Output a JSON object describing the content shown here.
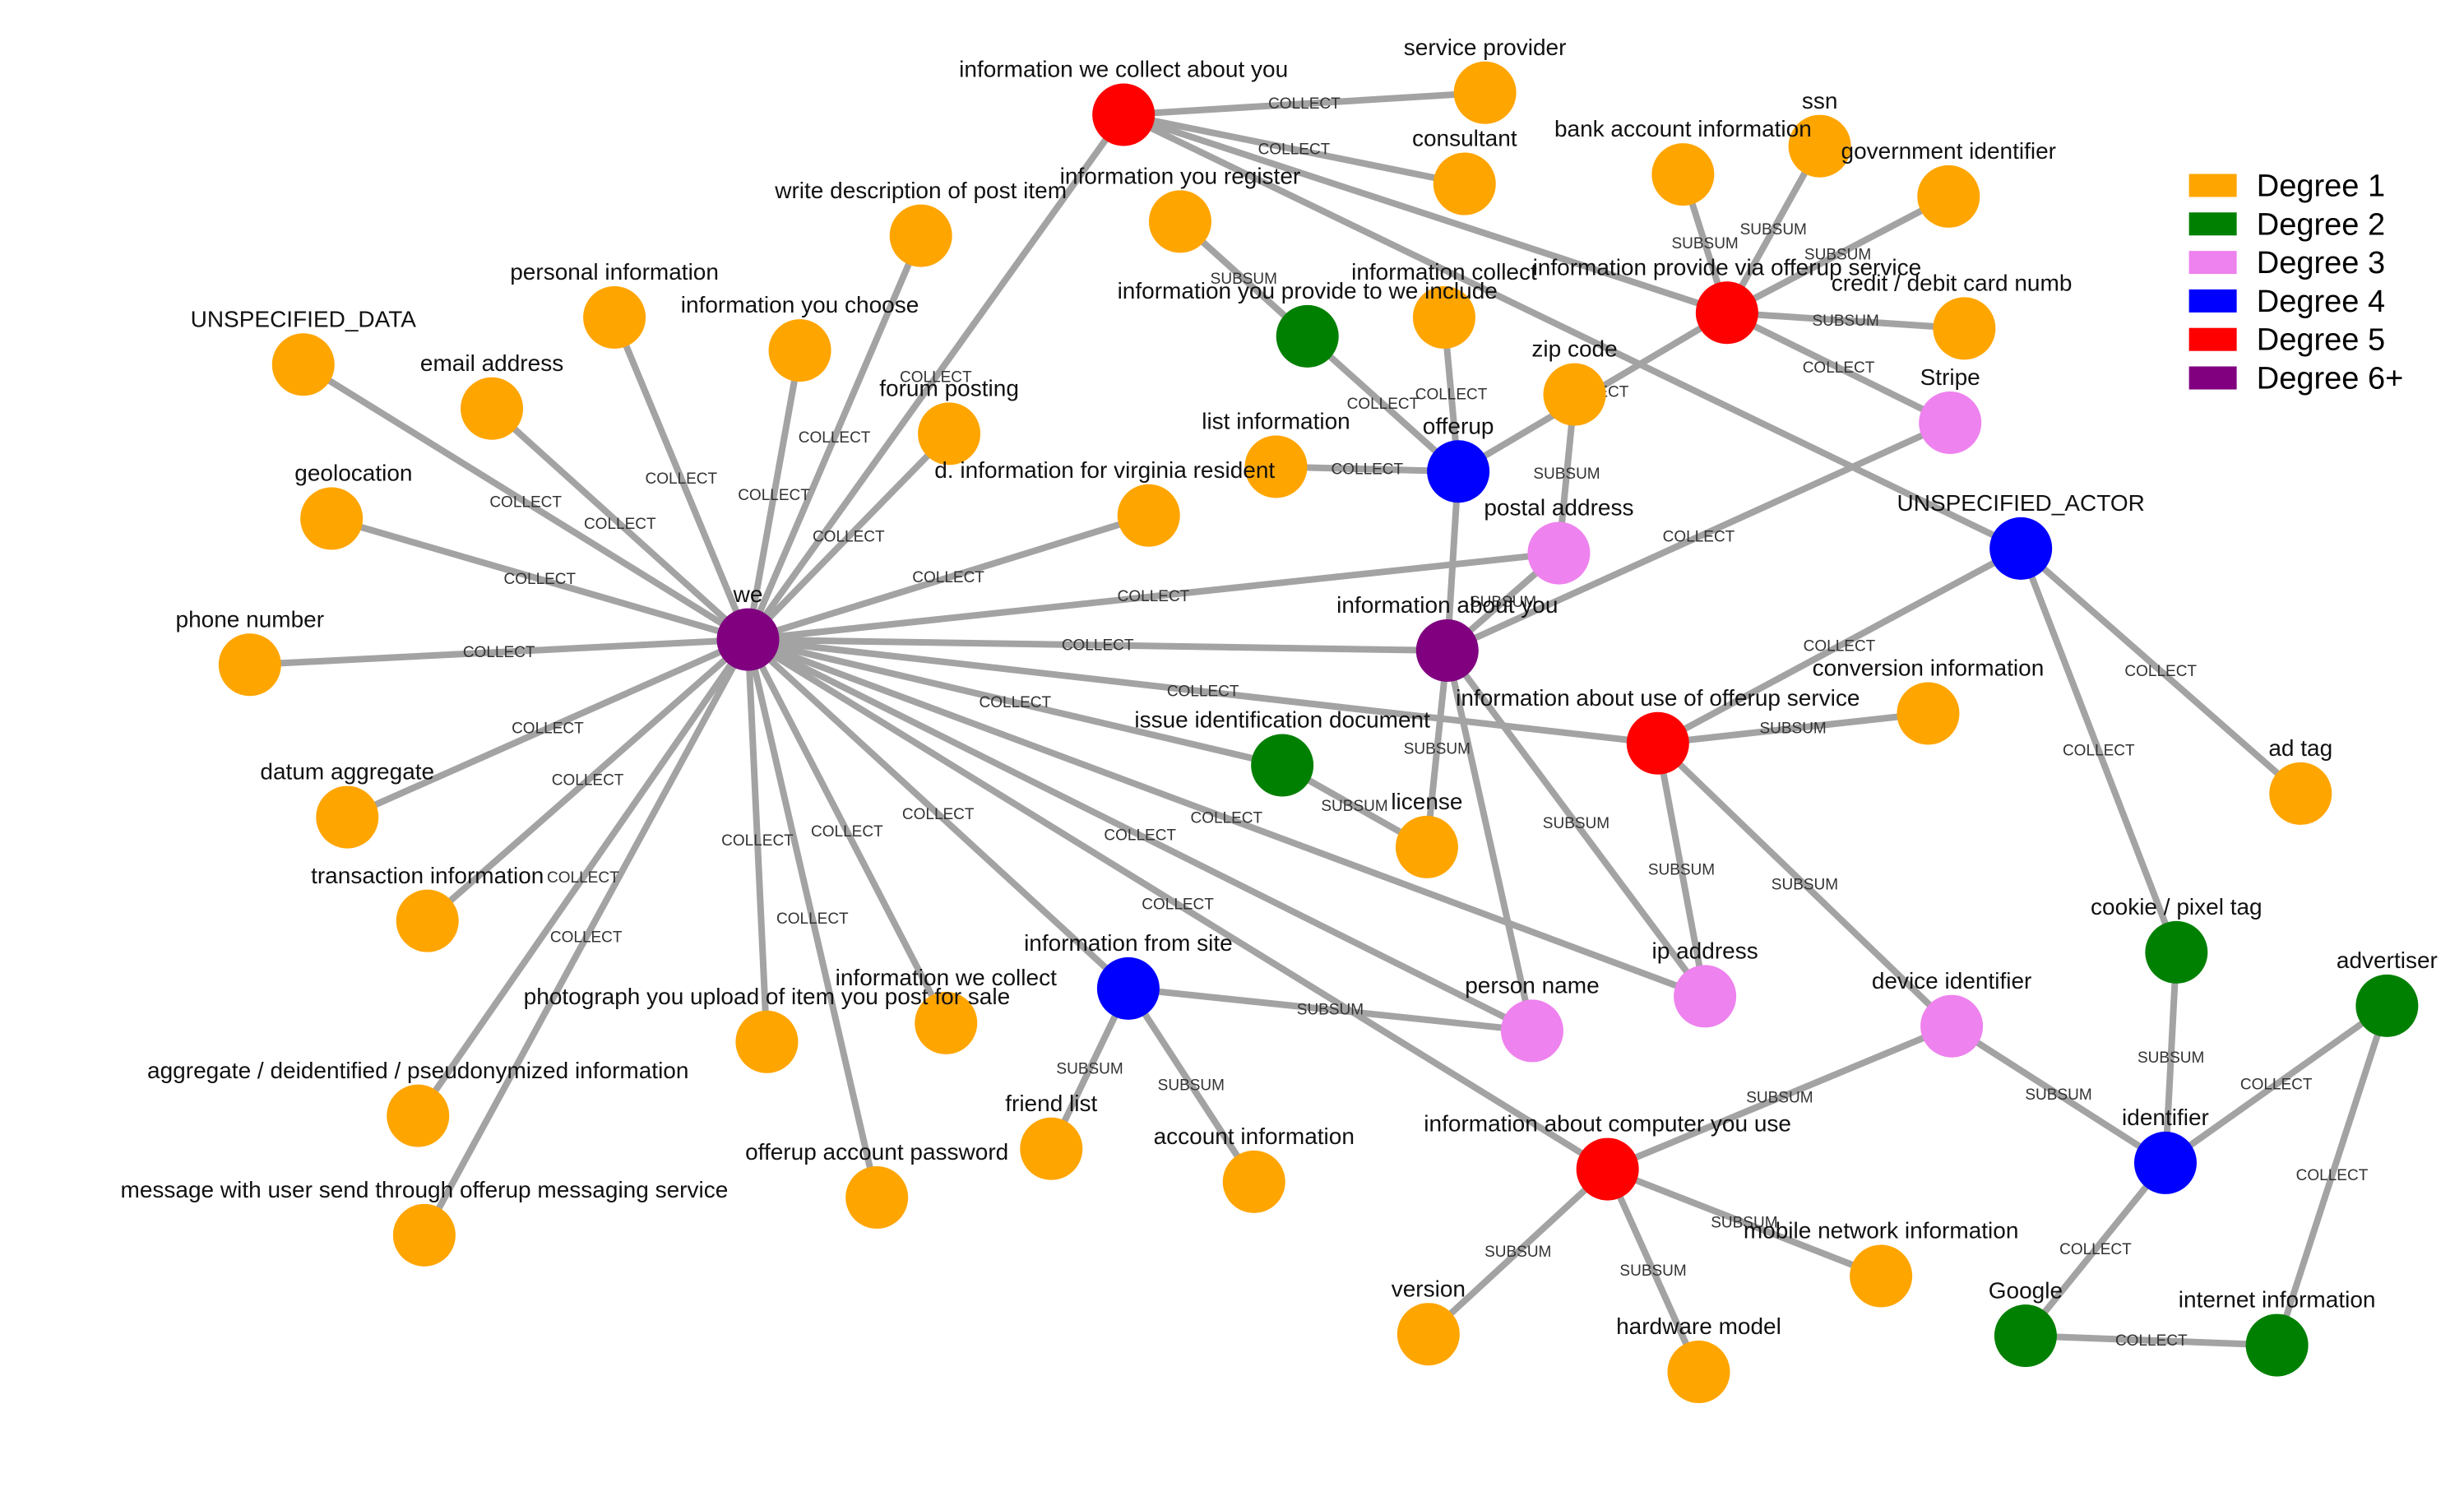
{
  "colors": {
    "degree1": "#ffa500",
    "degree2": "#008000",
    "degree3": "#ee82ee",
    "degree4": "#0000ff",
    "degree5": "#ff0000",
    "degree6": "#800080",
    "edge": "#a3a3a3"
  },
  "legend": [
    {
      "label": "Degree 1",
      "color": "#ffa500"
    },
    {
      "label": "Degree 2",
      "color": "#008000"
    },
    {
      "label": "Degree 3",
      "color": "#ee82ee"
    },
    {
      "label": "Degree 4",
      "color": "#0000ff"
    },
    {
      "label": "Degree 5",
      "color": "#ff0000"
    },
    {
      "label": "Degree 6+",
      "color": "#800080"
    }
  ],
  "nodes": [
    {
      "id": "we",
      "label": "we",
      "degree": 6
    },
    {
      "id": "info_collect_about_you",
      "label": "information we collect about you",
      "degree": 5
    },
    {
      "id": "service_provider",
      "label": "service provider",
      "degree": 1
    },
    {
      "id": "consultant",
      "label": "consultant",
      "degree": 1
    },
    {
      "id": "info_register",
      "label": "information you register",
      "degree": 1
    },
    {
      "id": "write_description",
      "label": "write description of post item",
      "degree": 1
    },
    {
      "id": "personal_information",
      "label": "personal information",
      "degree": 1
    },
    {
      "id": "info_you_choose",
      "label": "information you choose",
      "degree": 1
    },
    {
      "id": "unspecified_data",
      "label": "UNSPECIFIED_DATA",
      "degree": 1
    },
    {
      "id": "email_address",
      "label": "email address",
      "degree": 1
    },
    {
      "id": "forum_posting",
      "label": "forum posting",
      "degree": 1
    },
    {
      "id": "geolocation",
      "label": "geolocation",
      "degree": 1
    },
    {
      "id": "virginia",
      "label": "d. information for virginia resident",
      "degree": 1
    },
    {
      "id": "phone_number",
      "label": "phone number",
      "degree": 1
    },
    {
      "id": "datum_aggregate",
      "label": "datum aggregate",
      "degree": 1
    },
    {
      "id": "transaction_information",
      "label": "transaction information",
      "degree": 1
    },
    {
      "id": "aggregate_deidentified",
      "label": "aggregate / deidentified / pseudonymized information",
      "degree": 1
    },
    {
      "id": "message_with_user",
      "label": "message with user send through offerup messaging service",
      "degree": 1
    },
    {
      "id": "photograph",
      "label": "photograph you upload of item you post for sale",
      "degree": 1
    },
    {
      "id": "info_we_collect",
      "label": "information we collect",
      "degree": 1
    },
    {
      "id": "offerup_password",
      "label": "offerup account password",
      "degree": 1
    },
    {
      "id": "friend_list",
      "label": "friend list",
      "degree": 1
    },
    {
      "id": "account_information",
      "label": "account information",
      "degree": 1
    },
    {
      "id": "info_from_site",
      "label": "information from site",
      "degree": 4
    },
    {
      "id": "issue_id_doc",
      "label": "issue identification document",
      "degree": 2
    },
    {
      "id": "license",
      "label": "license",
      "degree": 1
    },
    {
      "id": "info_provide_include",
      "label": "information you provide to we include",
      "degree": 2
    },
    {
      "id": "info_collect_short",
      "label": "information collect",
      "degree": 1
    },
    {
      "id": "list_information",
      "label": "list information",
      "degree": 1
    },
    {
      "id": "offerup",
      "label": "offerup",
      "degree": 4
    },
    {
      "id": "zip_code",
      "label": "zip code",
      "degree": 1
    },
    {
      "id": "postal_address",
      "label": "postal address",
      "degree": 3
    },
    {
      "id": "info_about_you",
      "label": "information about you",
      "degree": 6
    },
    {
      "id": "bank_account",
      "label": "bank account information",
      "degree": 1
    },
    {
      "id": "ssn",
      "label": "ssn",
      "degree": 1
    },
    {
      "id": "government_identifier",
      "label": "government identifier",
      "degree": 1
    },
    {
      "id": "info_provide_via",
      "label": "information provide via offerup service",
      "degree": 5
    },
    {
      "id": "credit_debit",
      "label": "credit / debit card numb",
      "degree": 1
    },
    {
      "id": "stripe",
      "label": "Stripe",
      "degree": 3
    },
    {
      "id": "unspecified_actor",
      "label": "UNSPECIFIED_ACTOR",
      "degree": 4
    },
    {
      "id": "conversion_information",
      "label": "conversion information",
      "degree": 1
    },
    {
      "id": "info_use_offerup",
      "label": "information about use of offerup service",
      "degree": 5
    },
    {
      "id": "ad_tag",
      "label": "ad tag",
      "degree": 1
    },
    {
      "id": "person_name",
      "label": "person name",
      "degree": 3
    },
    {
      "id": "ip_address",
      "label": "ip address",
      "degree": 3
    },
    {
      "id": "device_identifier",
      "label": "device identifier",
      "degree": 3
    },
    {
      "id": "cookie_pixel_tag",
      "label": "cookie / pixel tag",
      "degree": 2
    },
    {
      "id": "advertiser",
      "label": "advertiser",
      "degree": 2
    },
    {
      "id": "identifier",
      "label": "identifier",
      "degree": 4
    },
    {
      "id": "info_about_computer",
      "label": "information about computer you use",
      "degree": 5
    },
    {
      "id": "mobile_network",
      "label": "mobile network information",
      "degree": 1
    },
    {
      "id": "version",
      "label": "version",
      "degree": 1
    },
    {
      "id": "hardware_model",
      "label": "hardware model",
      "degree": 1
    },
    {
      "id": "google",
      "label": "Google",
      "degree": 2
    },
    {
      "id": "internet_information",
      "label": "internet information",
      "degree": 2
    }
  ],
  "edges": [
    {
      "source": "info_collect_about_you",
      "target": "service_provider",
      "label": "COLLECT"
    },
    {
      "source": "info_collect_about_you",
      "target": "consultant",
      "label": "COLLECT"
    },
    {
      "source": "info_collect_about_you",
      "target": "we",
      "label": "COLLECT"
    },
    {
      "source": "info_collect_about_you",
      "target": "info_provide_via",
      "label": ""
    },
    {
      "source": "info_collect_about_you",
      "target": "unspecified_actor",
      "label": ""
    },
    {
      "source": "we",
      "target": "write_description",
      "label": "COLLECT"
    },
    {
      "source": "we",
      "target": "personal_information",
      "label": "COLLECT"
    },
    {
      "source": "we",
      "target": "info_you_choose",
      "label": "COLLECT"
    },
    {
      "source": "we",
      "target": "unspecified_data",
      "label": "COLLECT"
    },
    {
      "source": "we",
      "target": "email_address",
      "label": "COLLECT"
    },
    {
      "source": "we",
      "target": "forum_posting",
      "label": "COLLECT"
    },
    {
      "source": "we",
      "target": "geolocation",
      "label": "COLLECT"
    },
    {
      "source": "we",
      "target": "virginia",
      "label": "COLLECT"
    },
    {
      "source": "we",
      "target": "phone_number",
      "label": "COLLECT"
    },
    {
      "source": "we",
      "target": "datum_aggregate",
      "label": "COLLECT"
    },
    {
      "source": "we",
      "target": "transaction_information",
      "label": "COLLECT"
    },
    {
      "source": "we",
      "target": "aggregate_deidentified",
      "label": "COLLECT"
    },
    {
      "source": "we",
      "target": "message_with_user",
      "label": "COLLECT"
    },
    {
      "source": "we",
      "target": "photograph",
      "label": "COLLECT"
    },
    {
      "source": "we",
      "target": "info_we_collect",
      "label": "COLLECT"
    },
    {
      "source": "we",
      "target": "offerup_password",
      "label": "COLLECT"
    },
    {
      "source": "we",
      "target": "info_from_site",
      "label": "COLLECT"
    },
    {
      "source": "we",
      "target": "issue_id_doc",
      "label": "COLLECT"
    },
    {
      "source": "we",
      "target": "postal_address",
      "label": "COLLECT"
    },
    {
      "source": "we",
      "target": "info_about_you",
      "label": "COLLECT"
    },
    {
      "source": "we",
      "target": "info_use_offerup",
      "label": "COLLECT"
    },
    {
      "source": "we",
      "target": "ip_address",
      "label": "COLLECT"
    },
    {
      "source": "we",
      "target": "person_name",
      "label": "COLLECT"
    },
    {
      "source": "we",
      "target": "info_about_computer",
      "label": "COLLECT"
    },
    {
      "source": "info_from_site",
      "target": "friend_list",
      "label": "SUBSUM"
    },
    {
      "source": "info_from_site",
      "target": "account_information",
      "label": "SUBSUM"
    },
    {
      "source": "info_from_site",
      "target": "person_name",
      "label": "SUBSUM"
    },
    {
      "source": "issue_id_doc",
      "target": "license",
      "label": "SUBSUM"
    },
    {
      "source": "info_register",
      "target": "info_provide_include",
      "label": "SUBSUM"
    },
    {
      "source": "info_provide_include",
      "target": "offerup",
      "label": "COLLECT"
    },
    {
      "source": "info_collect_short",
      "target": "offerup",
      "label": "COLLECT"
    },
    {
      "source": "list_information",
      "target": "offerup",
      "label": "COLLECT"
    },
    {
      "source": "offerup",
      "target": "info_about_you",
      "label": ""
    },
    {
      "source": "zip_code",
      "target": "postal_address",
      "label": "SUBSUM"
    },
    {
      "source": "postal_address",
      "target": "info_about_you",
      "label": "SUBSUM"
    },
    {
      "source": "info_about_you",
      "target": "stripe",
      "label": "COLLECT"
    },
    {
      "source": "info_about_you",
      "target": "person_name",
      "label": ""
    },
    {
      "source": "info_about_you",
      "target": "ip_address",
      "label": "SUBSUM"
    },
    {
      "source": "license",
      "target": "info_about_you",
      "label": "SUBSUM"
    },
    {
      "source": "bank_account",
      "target": "info_provide_via",
      "label": "SUBSUM"
    },
    {
      "source": "ssn",
      "target": "info_provide_via",
      "label": "SUBSUM"
    },
    {
      "source": "government_identifier",
      "target": "info_provide_via",
      "label": "SUBSUM"
    },
    {
      "source": "credit_debit",
      "target": "info_provide_via",
      "label": "SUBSUM"
    },
    {
      "source": "info_provide_via",
      "target": "stripe",
      "label": "COLLECT"
    },
    {
      "source": "info_provide_via",
      "target": "offerup",
      "label": "COLLECT"
    },
    {
      "source": "unspecified_actor",
      "target": "info_use_offerup",
      "label": "COLLECT"
    },
    {
      "source": "unspecified_actor",
      "target": "ad_tag",
      "label": "COLLECT"
    },
    {
      "source": "unspecified_actor",
      "target": "cookie_pixel_tag",
      "label": "COLLECT"
    },
    {
      "source": "info_use_offerup",
      "target": "conversion_information",
      "label": "SUBSUM"
    },
    {
      "source": "info_use_offerup",
      "target": "ip_address",
      "label": "SUBSUM"
    },
    {
      "source": "info_use_offerup",
      "target": "device_identifier",
      "label": "SUBSUM"
    },
    {
      "source": "device_identifier",
      "target": "info_about_computer",
      "label": "SUBSUM"
    },
    {
      "source": "device_identifier",
      "target": "identifier",
      "label": "SUBSUM"
    },
    {
      "source": "cookie_pixel_tag",
      "target": "identifier",
      "label": "SUBSUM"
    },
    {
      "source": "advertiser",
      "target": "identifier",
      "label": "COLLECT"
    },
    {
      "source": "advertiser",
      "target": "internet_information",
      "label": "COLLECT"
    },
    {
      "source": "identifier",
      "target": "google",
      "label": "COLLECT"
    },
    {
      "source": "google",
      "target": "internet_information",
      "label": "COLLECT"
    },
    {
      "source": "info_about_computer",
      "target": "version",
      "label": "SUBSUM"
    },
    {
      "source": "info_about_computer",
      "target": "hardware_model",
      "label": "SUBSUM"
    },
    {
      "source": "info_about_computer",
      "target": "mobile_network",
      "label": "SUBSUM"
    }
  ]
}
